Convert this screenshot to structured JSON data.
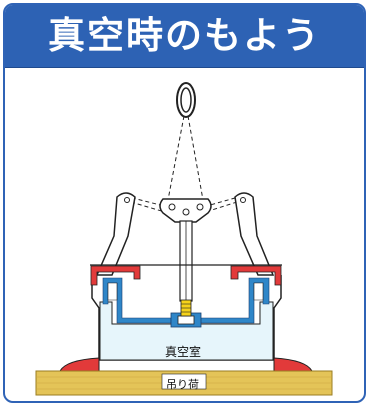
{
  "header": {
    "title": "真空時のもよう"
  },
  "labels": {
    "vacuum_chamber": "真空室",
    "load": "吊り荷"
  },
  "colors": {
    "header_blue": "#2d62b4",
    "seal_red": "#e23a3a",
    "channel_blue": "#2f86c8",
    "chamber_fill": "#e6f5fb",
    "load_yellow": "#e4c458",
    "valve_yellow": "#f5d21a"
  }
}
